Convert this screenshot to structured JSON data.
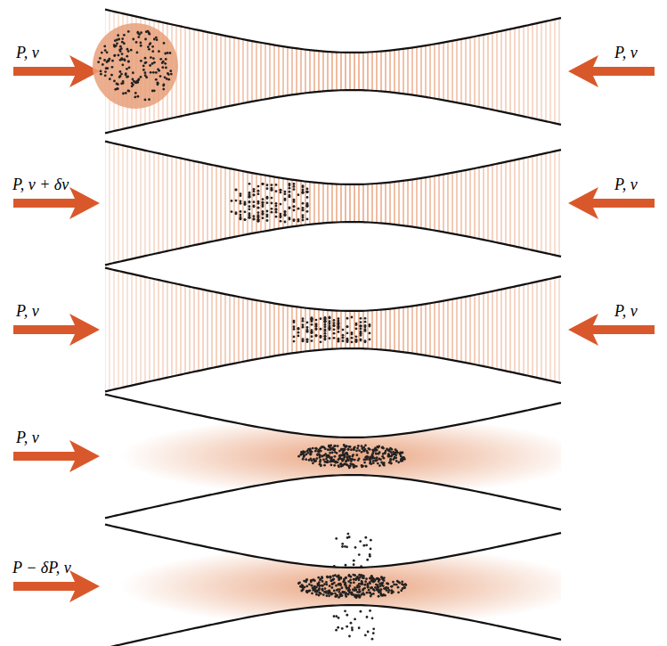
{
  "diagram": {
    "labels": [
      "P, ν",
      "P, ν",
      "P, ν + δν",
      "P, ν",
      "P, ν",
      "P, ν",
      "P, ν",
      "P − δP, ν"
    ]
  }
}
